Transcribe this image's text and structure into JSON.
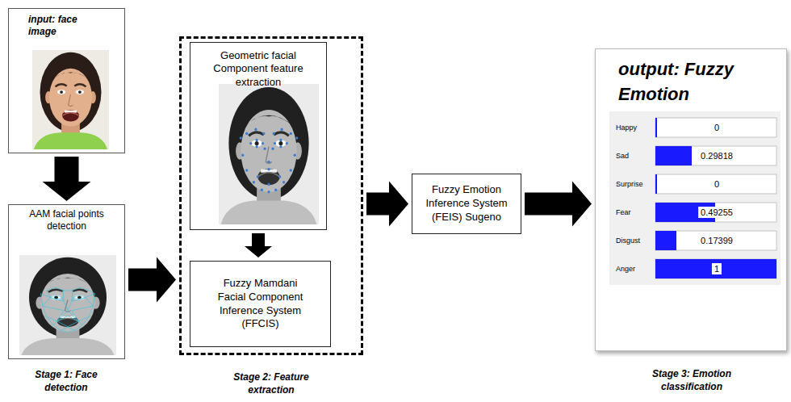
{
  "diagram": {
    "nodes": [
      {
        "text": [
          "input: face image"
        ]
      },
      {
        "text": [
          "AAM facial points detection"
        ]
      },
      {
        "text": [
          "Stage 2: Feature extraction"
        ]
      },
      {
        "text": [
          "Geometric facial Component feature extraction"
        ],
        "in": 2
      },
      {
        "text": [
          "Fuzzy Mamdani Facial Component Inference System (FFCIS)"
        ],
        "in": 2
      },
      {
        "text": [
          "Fuzzy Emotion Inference System (FEIS) Sugeno"
        ]
      },
      {
        "text": [
          "output: Fuzzy Emotion"
        ]
      }
    ],
    "edges": [
      {
        "from": 0,
        "to": 1,
        "arrow": "to"
      },
      {
        "from": 1,
        "to": 2,
        "arrow": "to"
      },
      {
        "from": 3,
        "to": 4,
        "arrow": "to"
      },
      {
        "from": 2,
        "to": 5,
        "arrow": "to"
      },
      {
        "from": 5,
        "to": 6,
        "arrow": "to"
      }
    ],
    "labels": [
      "Happy",
      "0",
      "Sad",
      "0.29818",
      "Surprise",
      "0",
      "Fear",
      "0.49255",
      "Disgust",
      "0.17399",
      "Anger",
      "1",
      "Stage 1: Face detection",
      "Stage 3: Emotion classification"
    ]
  }
}
